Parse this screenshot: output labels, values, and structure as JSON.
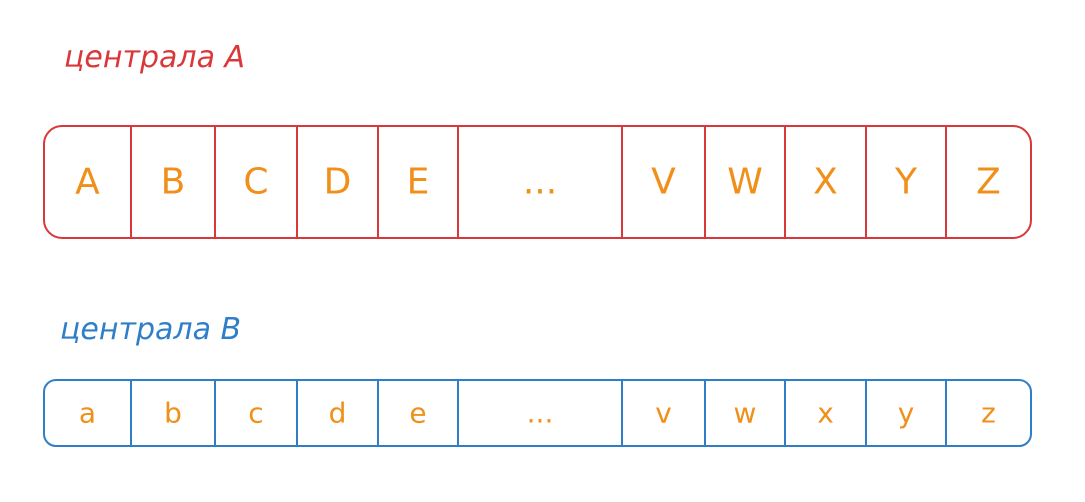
{
  "colors": {
    "row_a_stroke": "#d9383a",
    "row_b_stroke": "#2f7fc8",
    "cell_text": "#f0901a"
  },
  "rows": [
    {
      "label": "централа A",
      "cells": [
        "A",
        "B",
        "C",
        "D",
        "E",
        "...",
        "V",
        "W",
        "X",
        "Y",
        "Z"
      ]
    },
    {
      "label": "централа B",
      "cells": [
        "a",
        "b",
        "c",
        "d",
        "e",
        "...",
        "v",
        "w",
        "x",
        "y",
        "z"
      ]
    }
  ]
}
